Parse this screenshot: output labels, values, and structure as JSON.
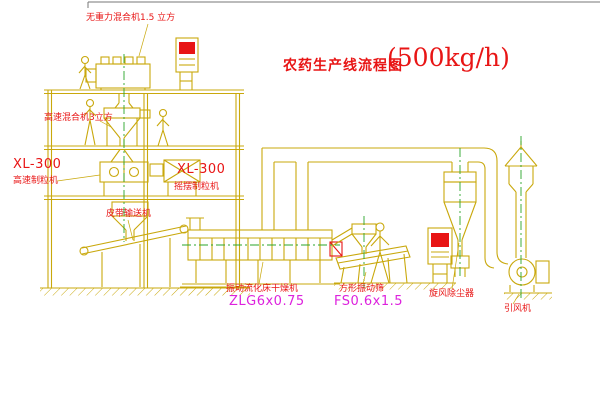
{
  "title": {
    "name": "农药生产线流程图",
    "capacity": "(500kg/h)"
  },
  "equipment_labels": {
    "mixer1": "无重力混合机1.5 立方",
    "mixer2": "高速混合机3立方",
    "granulator1": {
      "model": "XL-300",
      "name": "高速制粒机"
    },
    "granulator2": {
      "model": "XL-300",
      "name": "摇摆制粒机"
    },
    "conveyor": "皮带输送机",
    "dryer": {
      "name": "振动流化床干燥机",
      "model": "ZLG6x0.75"
    },
    "screen": {
      "name": "方形振动筛",
      "model": "FS0.6x1.5"
    },
    "cyclone": "旋风除尘器",
    "fan": "引风机"
  },
  "colors": {
    "line_yellow": "#C9A80C",
    "label_red": "#E81515",
    "model_magenta": "#DD22DD",
    "centerline_green": "#2AA52A",
    "background": "#FFFFFF"
  }
}
